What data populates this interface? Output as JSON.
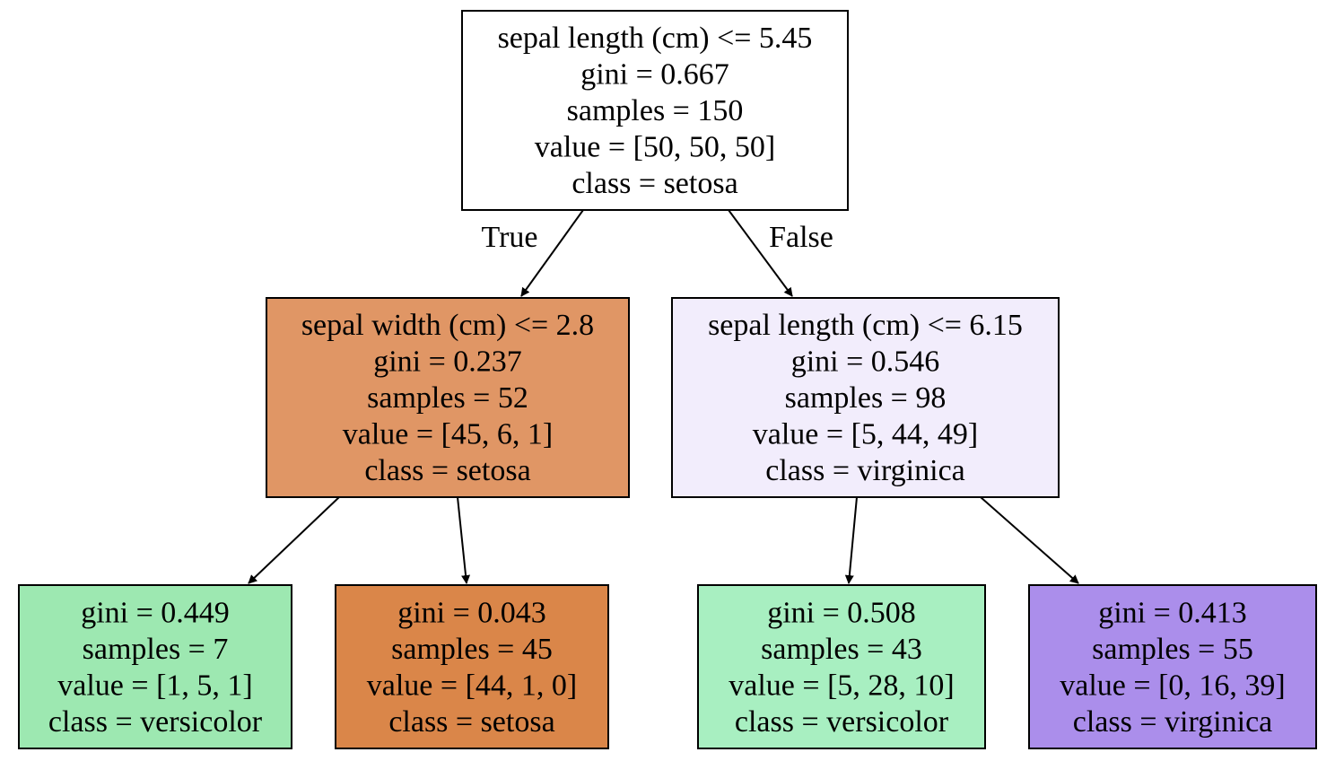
{
  "tree": {
    "nodes": [
      {
        "id": "n0",
        "lines": [
          "sepal length (cm) <= 5.45",
          "gini = 0.667",
          "samples = 150",
          "value = [50, 50, 50]",
          "class = setosa"
        ],
        "fill": "#ffffff"
      },
      {
        "id": "n1",
        "lines": [
          "sepal width (cm) <= 2.8",
          "gini = 0.237",
          "samples = 52",
          "value = [45, 6, 1]",
          "class = setosa"
        ],
        "fill": "#e09665"
      },
      {
        "id": "n2",
        "lines": [
          "sepal length (cm) <= 6.15",
          "gini = 0.546",
          "samples = 98",
          "value = [5, 44, 49]",
          "class = virginica"
        ],
        "fill": "#f2edfc"
      },
      {
        "id": "n3",
        "lines": [
          "gini = 0.449",
          "samples = 7",
          "value = [1, 5, 1]",
          "class = versicolor"
        ],
        "fill": "#9de8b1"
      },
      {
        "id": "n4",
        "lines": [
          "gini = 0.043",
          "samples = 45",
          "value = [44, 1, 0]",
          "class = setosa"
        ],
        "fill": "#da8649"
      },
      {
        "id": "n5",
        "lines": [
          "gini = 0.508",
          "samples = 43",
          "value = [5, 28, 10]",
          "class = versicolor"
        ],
        "fill": "#a8efc1"
      },
      {
        "id": "n6",
        "lines": [
          "gini = 0.413",
          "samples = 55",
          "value = [0, 16, 39]",
          "class = virginica"
        ],
        "fill": "#ab8eeb"
      }
    ],
    "edges": [
      {
        "from": "n0",
        "to": "n1",
        "label": "True"
      },
      {
        "from": "n0",
        "to": "n2",
        "label": "False"
      },
      {
        "from": "n1",
        "to": "n3",
        "label": ""
      },
      {
        "from": "n1",
        "to": "n4",
        "label": ""
      },
      {
        "from": "n2",
        "to": "n5",
        "label": ""
      },
      {
        "from": "n2",
        "to": "n6",
        "label": ""
      }
    ]
  }
}
